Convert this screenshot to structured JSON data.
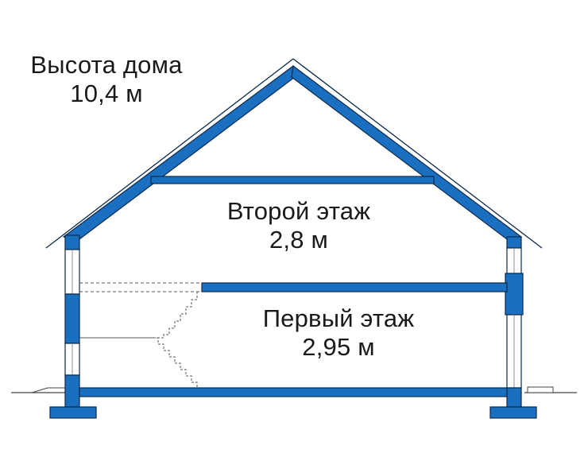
{
  "house_height": {
    "label": "Высота дома",
    "value": "10,4 м"
  },
  "second_floor": {
    "label": "Второй этаж",
    "value": "2,8 м"
  },
  "first_floor": {
    "label": "Первый этаж",
    "value": "2,95 м"
  },
  "colors": {
    "structure_fill": "#1a6fc0",
    "outline": "#0d2a4a",
    "thin_line": "#555555",
    "background": "#ffffff"
  }
}
